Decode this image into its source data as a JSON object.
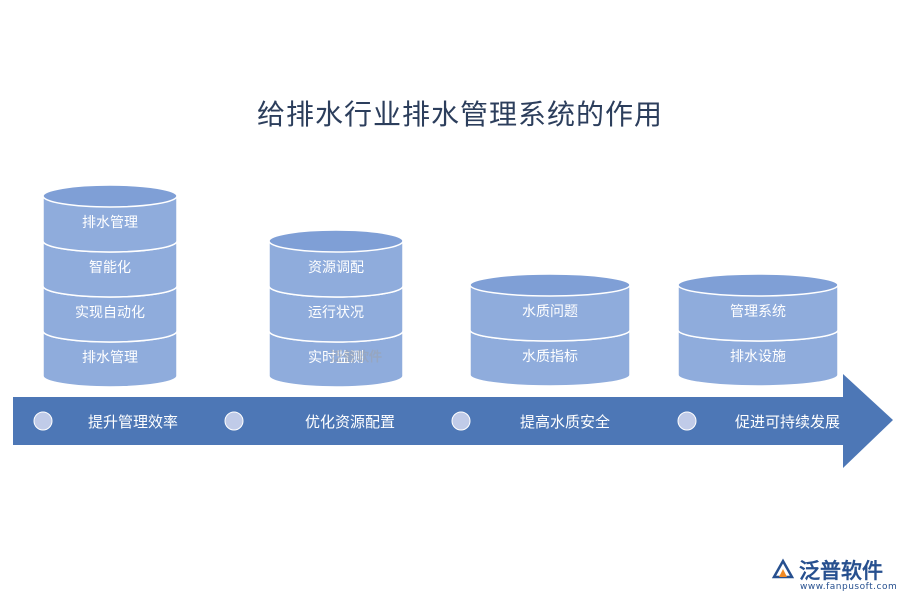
{
  "title": "给排水行业排水管理系统的作用",
  "columns": [
    {
      "segments": [
        "排水管理",
        "智能化",
        "实现自动化",
        "排水管理"
      ],
      "caption": "提升管理效率"
    },
    {
      "segments": [
        "资源调配",
        "运行状况",
        "实时监测"
      ],
      "caption": "优化资源配置"
    },
    {
      "segments": [
        "水质问题",
        "水质指标"
      ],
      "caption": "提高水质安全"
    },
    {
      "segments": [
        "管理系统",
        "排水设施"
      ],
      "caption": "促进可持续发展"
    }
  ],
  "watermark": "泛普软件",
  "logo": {
    "name": "泛普软件",
    "url": "www.fanpusoft.com"
  },
  "colors": {
    "arrow": "#4d77b6",
    "cylinder_body": "#8facdc",
    "cylinder_dark": "#7f9fd6",
    "cylinder_edge": "#ffffff",
    "dot": "#c0cbe8",
    "title": "#2c3e5c",
    "logo": "#27508f"
  }
}
